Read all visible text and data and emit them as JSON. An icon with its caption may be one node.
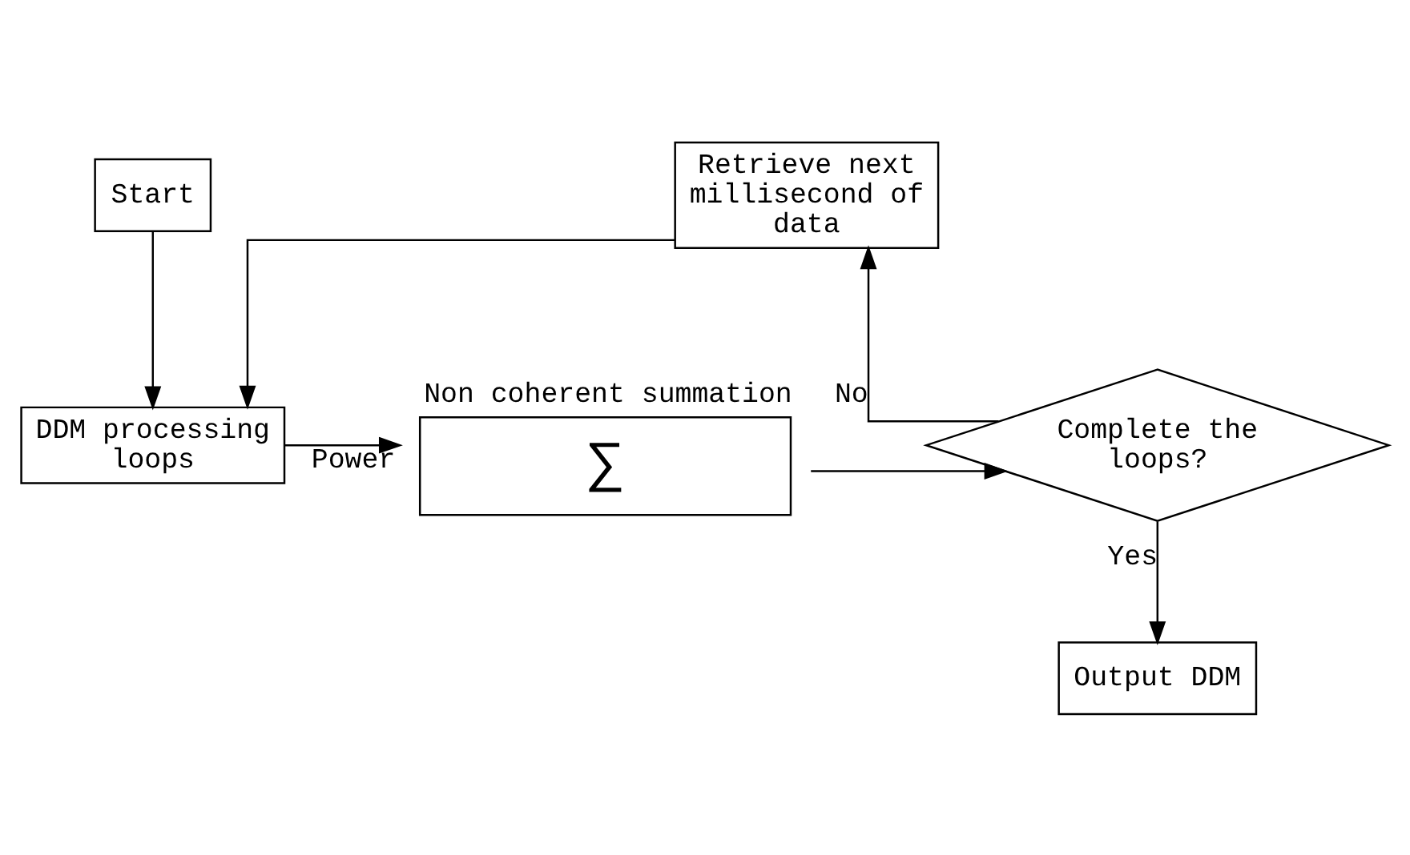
{
  "diagram": {
    "nodes": [
      {
        "text": [
          "Start"
        ]
      },
      {
        "text": [
          "Retrieve next millisecond of data"
        ]
      },
      {
        "text": [
          "DDM processing loops"
        ]
      },
      {
        "text": [
          "∑"
        ],
        "beside": [
          "Non coherent summation"
        ]
      },
      {
        "text": [
          "Complete the loops?"
        ]
      },
      {
        "text": [
          "Output DDM"
        ]
      }
    ],
    "edges": [
      {
        "from": 0,
        "to": 2,
        "arrow": "to"
      },
      {
        "from": 1,
        "to": 2,
        "arrow": "to"
      },
      {
        "from": 2,
        "to": 3,
        "arrow": "to",
        "label": "Power"
      },
      {
        "from": 3,
        "to": 4,
        "arrow": "to"
      },
      {
        "from": 4,
        "to": 1,
        "arrow": "to",
        "label": "No"
      },
      {
        "from": 4,
        "to": 5,
        "arrow": "to",
        "label": "Yes"
      }
    ]
  }
}
